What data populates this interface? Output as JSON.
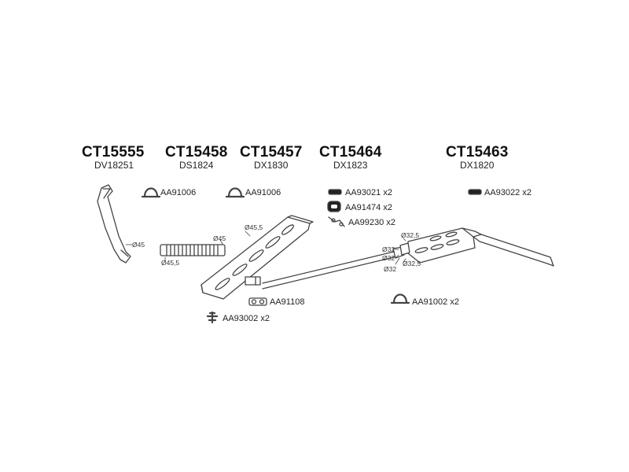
{
  "product_groups": [
    {
      "code": "CT15555",
      "ref": "DV18251"
    },
    {
      "code": "CT15458",
      "ref": "DS1824"
    },
    {
      "code": "CT15457",
      "ref": "DX1830"
    },
    {
      "code": "CT15464",
      "ref": "DX1823"
    },
    {
      "code": "CT15463",
      "ref": "DX1820"
    }
  ],
  "parts": [
    {
      "code": "AA91006",
      "qty": ""
    },
    {
      "code": "AA91006",
      "qty": ""
    },
    {
      "code": "AA93021",
      "qty": "x2"
    },
    {
      "code": "AA91474",
      "qty": "x2"
    },
    {
      "code": "AA99230",
      "qty": "x2"
    },
    {
      "code": "AA93022",
      "qty": "x2"
    },
    {
      "code": "AA91108",
      "qty": ""
    },
    {
      "code": "AA93002",
      "qty": "x2"
    },
    {
      "code": "AA91002",
      "qty": "x2"
    }
  ],
  "dimensions": [
    "Ø45",
    "Ø45",
    "Ø45,5",
    "Ø45,5",
    "Ø32",
    "Ø32,5",
    "Ø32",
    "Ø32,5",
    "Ø32"
  ]
}
